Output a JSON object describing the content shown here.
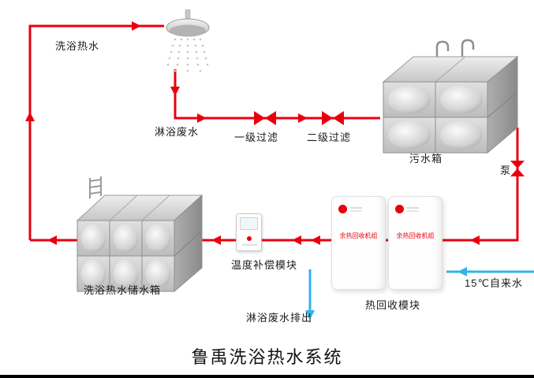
{
  "colors": {
    "hot_water": "#e8000d",
    "cold_water": "#2fb4e9"
  },
  "title": "鲁禹洗浴热水系统",
  "flows": {
    "bath_hot_water": "洗浴热水",
    "shower_waste": "淋浴废水",
    "waste_discharge": "淋浴废水排出",
    "tap_water": "15℃自来水"
  },
  "components": {
    "filter_stage1": "一级过滤",
    "filter_stage2": "二级过滤",
    "sewage_tank": "污水箱",
    "pump": "泵",
    "storage_tank": "洗浴热水储水箱",
    "temp_compensation": "温度补偿模块",
    "heat_recovery": "热回收模块",
    "heat_recovery_unit": "余热回收机组"
  }
}
